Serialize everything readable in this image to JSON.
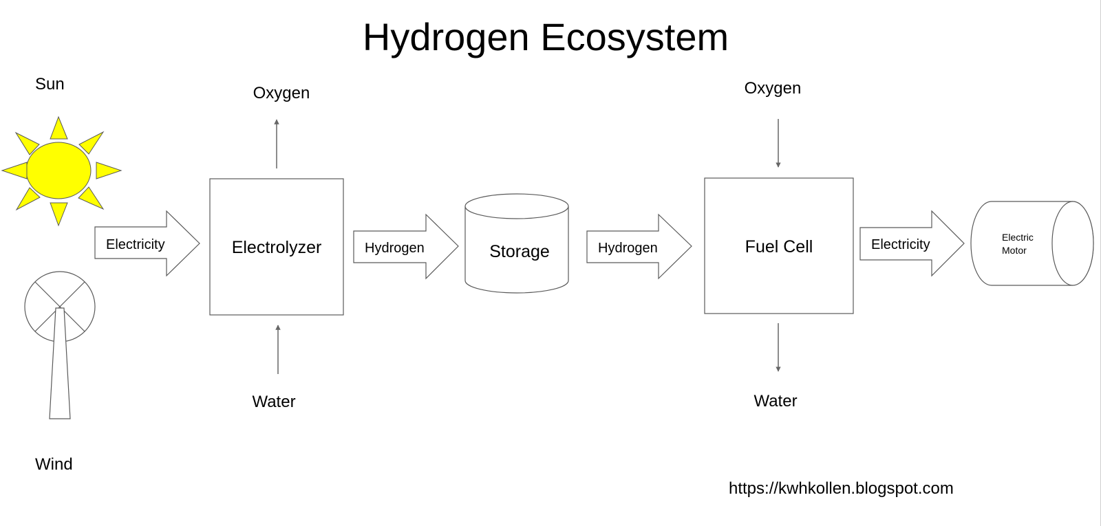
{
  "title": "Hydrogen Ecosystem",
  "sources": {
    "sun_label": "Sun",
    "wind_label": "Wind"
  },
  "electrolyzer": {
    "label": "Electrolyzer",
    "output_label": "Oxygen",
    "input_label": "Water"
  },
  "storage": {
    "label": "Storage"
  },
  "fuel_cell": {
    "label": "Fuel Cell",
    "input_label": "Oxygen",
    "output_label": "Water"
  },
  "motor": {
    "line1": "Electric",
    "line2": "Motor"
  },
  "flows": [
    {
      "label": "Electricity"
    },
    {
      "label": "Hydrogen"
    },
    {
      "label": "Hydrogen"
    },
    {
      "label": "Electricity"
    }
  ],
  "footer": {
    "url": "https://kwhkollen.blogspot.com"
  },
  "colors": {
    "sun_fill": "#ffff00",
    "stroke": "#595959",
    "arrow_gray": "#666666"
  }
}
